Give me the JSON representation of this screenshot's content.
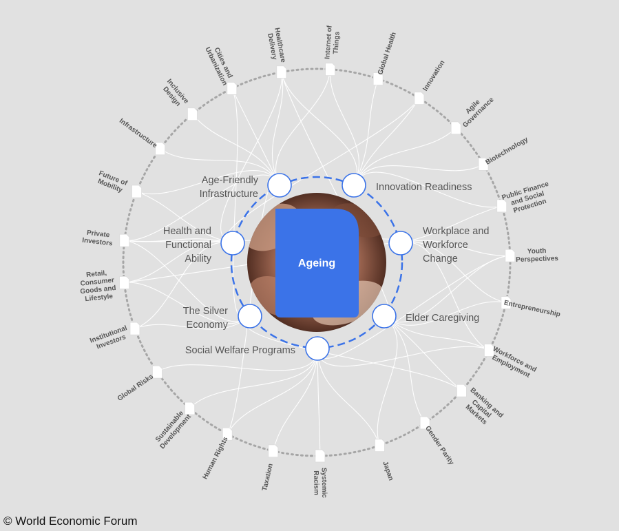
{
  "center": {
    "label": "Ageing"
  },
  "inner_nodes": [
    {
      "id": "afi",
      "lines": [
        "Age-Friendly",
        "Infrastructure"
      ]
    },
    {
      "id": "ir",
      "lines": [
        "Innovation Readiness"
      ]
    },
    {
      "id": "wwc",
      "lines": [
        "Workplace and",
        "Workforce",
        "Change"
      ]
    },
    {
      "id": "ec",
      "lines": [
        "Elder Caregiving"
      ]
    },
    {
      "id": "swp",
      "lines": [
        "Social Welfare Programs"
      ]
    },
    {
      "id": "tse",
      "lines": [
        "The Silver",
        "Economy"
      ]
    },
    {
      "id": "hfa",
      "lines": [
        "Health and",
        "Functional",
        "Ability"
      ]
    }
  ],
  "outer_nodes": [
    {
      "lines": [
        "Healthcare",
        "Delivery"
      ]
    },
    {
      "lines": [
        "Internet of",
        "Things"
      ]
    },
    {
      "lines": [
        "Global Health"
      ]
    },
    {
      "lines": [
        "Innovation"
      ]
    },
    {
      "lines": [
        "Agile",
        "Governance"
      ]
    },
    {
      "lines": [
        "Biotechnology"
      ]
    },
    {
      "lines": [
        "Public Finance",
        "and Social",
        "Protection"
      ]
    },
    {
      "lines": [
        "Youth",
        "Perspectives"
      ]
    },
    {
      "lines": [
        "Entrepreneurship"
      ]
    },
    {
      "lines": [
        "Workforce and",
        "Employment"
      ]
    },
    {
      "lines": [
        "Banking and",
        "Capital",
        "Markets"
      ]
    },
    {
      "lines": [
        "Gender Parity"
      ]
    },
    {
      "lines": [
        "Japan"
      ]
    },
    {
      "lines": [
        "Systemic",
        "Racism"
      ]
    },
    {
      "lines": [
        "Taxation"
      ]
    },
    {
      "lines": [
        "Human Rights"
      ]
    },
    {
      "lines": [
        "Sustainable",
        "Development"
      ]
    },
    {
      "lines": [
        "Global Risks"
      ]
    },
    {
      "lines": [
        "Institutional",
        "Investors"
      ]
    },
    {
      "lines": [
        "Retail,",
        "Consumer",
        "Goods and",
        "Lifestyle"
      ]
    },
    {
      "lines": [
        "Private",
        "Investors"
      ]
    },
    {
      "lines": [
        "Future of",
        "Mobility"
      ]
    },
    {
      "lines": [
        "Infrastructure"
      ]
    },
    {
      "lines": [
        "Inclusive",
        "Design"
      ]
    },
    {
      "lines": [
        "Cities and",
        "Urbanization"
      ]
    }
  ],
  "links": [
    [
      "afi",
      0
    ],
    [
      "afi",
      1
    ],
    [
      "afi",
      23
    ],
    [
      "afi",
      24
    ],
    [
      "afi",
      22
    ],
    [
      "afi",
      21
    ],
    [
      "afi",
      20
    ],
    [
      "afi",
      15
    ],
    [
      "ir",
      0
    ],
    [
      "ir",
      1
    ],
    [
      "ir",
      2
    ],
    [
      "ir",
      3
    ],
    [
      "ir",
      4
    ],
    [
      "ir",
      5
    ],
    [
      "ir",
      6
    ],
    [
      "wwc",
      7
    ],
    [
      "wwc",
      8
    ],
    [
      "wwc",
      9
    ],
    [
      "wwc",
      6
    ],
    [
      "wwc",
      20
    ],
    [
      "wwc",
      19
    ],
    [
      "ec",
      7
    ],
    [
      "ec",
      8
    ],
    [
      "ec",
      9
    ],
    [
      "ec",
      10
    ],
    [
      "ec",
      11
    ],
    [
      "ec",
      12
    ],
    [
      "ec",
      0
    ],
    [
      "swp",
      9
    ],
    [
      "swp",
      12
    ],
    [
      "swp",
      13
    ],
    [
      "swp",
      14
    ],
    [
      "swp",
      15
    ],
    [
      "swp",
      16
    ],
    [
      "swp",
      17
    ],
    [
      "swp",
      7
    ],
    [
      "tse",
      18
    ],
    [
      "tse",
      19
    ],
    [
      "tse",
      10
    ],
    [
      "tse",
      20
    ],
    [
      "tse",
      24
    ],
    [
      "hfa",
      0
    ],
    [
      "hfa",
      21
    ],
    [
      "hfa",
      20
    ],
    [
      "hfa",
      19
    ],
    [
      "hfa",
      18
    ],
    [
      "hfa",
      3
    ]
  ],
  "colors": {
    "background": "#e1e1e1",
    "accent_blue": "#3b73e8",
    "outer_ring": "#a6a6a6",
    "link": "#ffffff",
    "label": "#555555"
  },
  "footer": {
    "copyright": "© World Economic Forum"
  }
}
